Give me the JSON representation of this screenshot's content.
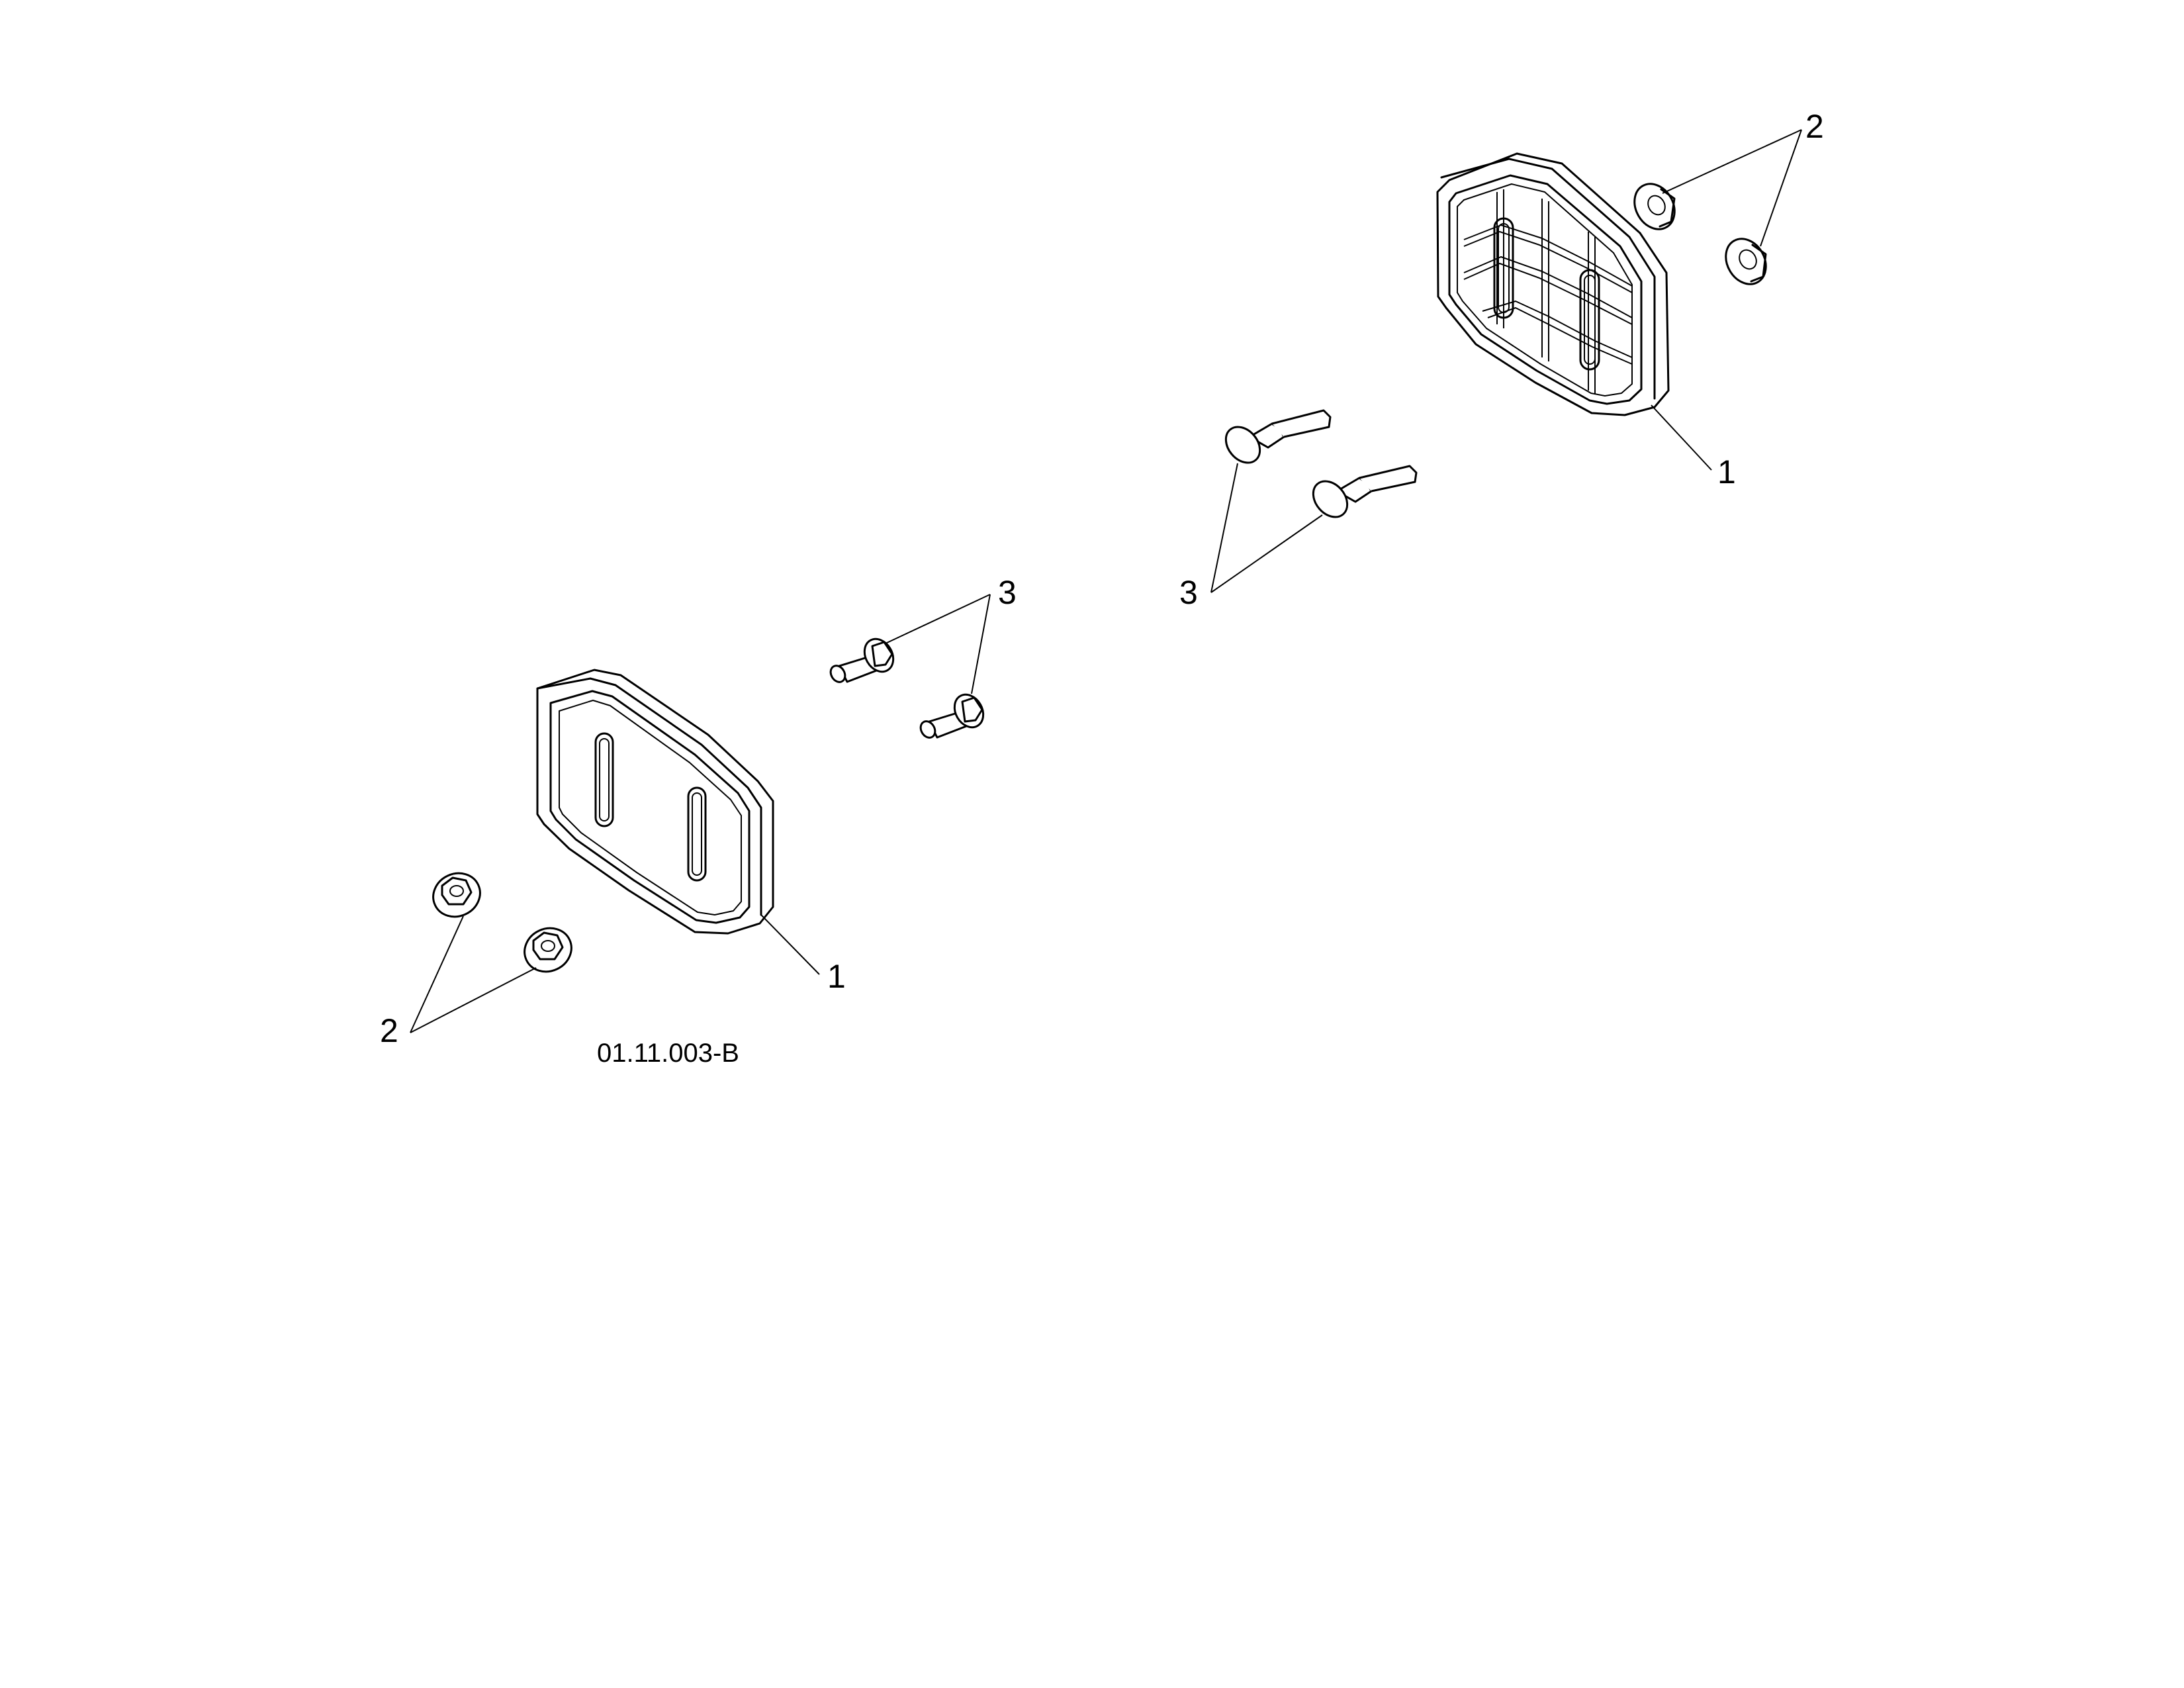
{
  "callouts": {
    "right_part_1": "1",
    "right_part_2": "2",
    "right_part_3": "3",
    "left_part_1": "1",
    "left_part_2": "2",
    "left_part_3": "3"
  },
  "drawing_id": "01.11.003-B"
}
